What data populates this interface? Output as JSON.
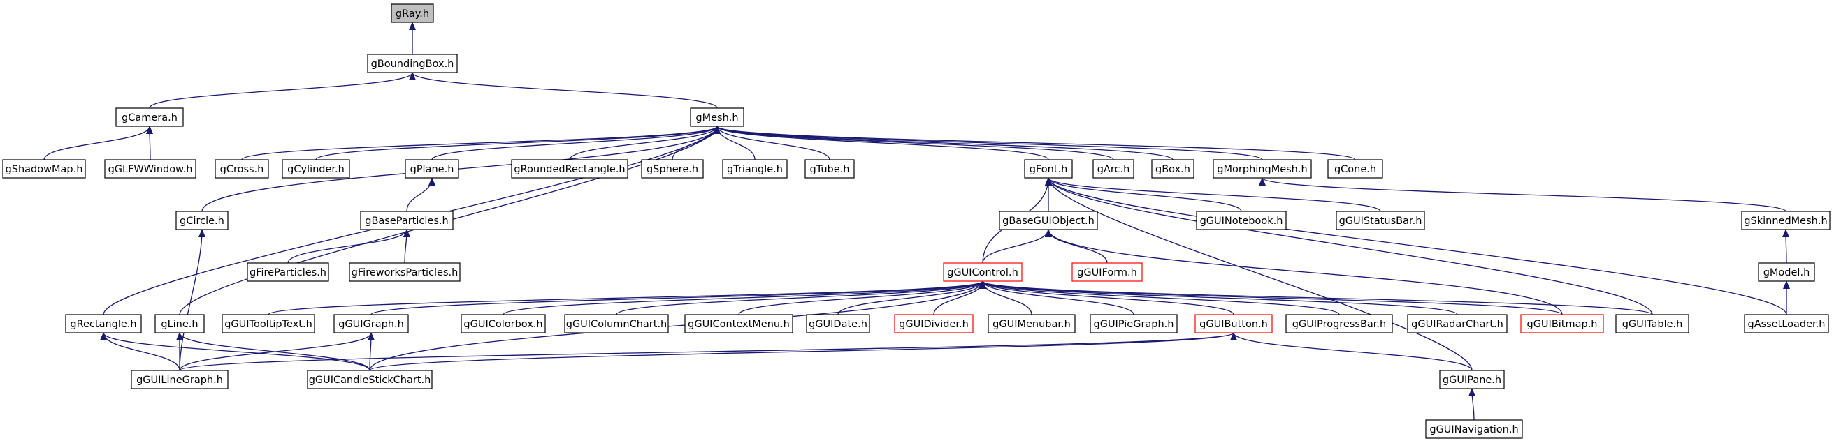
{
  "nodes": [
    {
      "id": "gRay",
      "label": "gRay.h",
      "style": "highlight"
    },
    {
      "id": "gBoundingBox",
      "label": "gBoundingBox.h",
      "style": "normal"
    },
    {
      "id": "gCamera",
      "label": "gCamera.h",
      "style": "normal"
    },
    {
      "id": "gMesh",
      "label": "gMesh.h",
      "style": "normal"
    },
    {
      "id": "gShadowMap",
      "label": "gShadowMap.h",
      "style": "normal"
    },
    {
      "id": "gGLFWWindow",
      "label": "gGLFWWindow.h",
      "style": "normal"
    },
    {
      "id": "gCross",
      "label": "gCross.h",
      "style": "normal"
    },
    {
      "id": "gCylinder",
      "label": "gCylinder.h",
      "style": "normal"
    },
    {
      "id": "gPlane",
      "label": "gPlane.h",
      "style": "normal"
    },
    {
      "id": "gRoundedRectangle",
      "label": "gRoundedRectangle.h",
      "style": "normal"
    },
    {
      "id": "gSphere",
      "label": "gSphere.h",
      "style": "normal"
    },
    {
      "id": "gTriangle",
      "label": "gTriangle.h",
      "style": "normal"
    },
    {
      "id": "gTube",
      "label": "gTube.h",
      "style": "normal"
    },
    {
      "id": "gFont",
      "label": "gFont.h",
      "style": "normal"
    },
    {
      "id": "gArc",
      "label": "gArc.h",
      "style": "normal"
    },
    {
      "id": "gBox",
      "label": "gBox.h",
      "style": "normal"
    },
    {
      "id": "gMorphingMesh",
      "label": "gMorphingMesh.h",
      "style": "normal"
    },
    {
      "id": "gCone",
      "label": "gCone.h",
      "style": "normal"
    },
    {
      "id": "gCircle",
      "label": "gCircle.h",
      "style": "normal"
    },
    {
      "id": "gBaseParticles",
      "label": "gBaseParticles.h",
      "style": "normal"
    },
    {
      "id": "gBaseGUIObject",
      "label": "gBaseGUIObject.h",
      "style": "normal"
    },
    {
      "id": "gGUINotebook",
      "label": "gGUINotebook.h",
      "style": "normal"
    },
    {
      "id": "gGUIStatusBar",
      "label": "gGUIStatusBar.h",
      "style": "normal"
    },
    {
      "id": "gSkinnedMesh",
      "label": "gSkinnedMesh.h",
      "style": "normal"
    },
    {
      "id": "gFireParticles",
      "label": "gFireParticles.h",
      "style": "normal"
    },
    {
      "id": "gFireworksParticles",
      "label": "gFireworksParticles.h",
      "style": "normal"
    },
    {
      "id": "gGUIControl",
      "label": "gGUIControl.h",
      "style": "red"
    },
    {
      "id": "gGUIForm",
      "label": "gGUIForm.h",
      "style": "red"
    },
    {
      "id": "gModel",
      "label": "gModel.h",
      "style": "normal"
    },
    {
      "id": "gRectangle",
      "label": "gRectangle.h",
      "style": "normal"
    },
    {
      "id": "gLine",
      "label": "gLine.h",
      "style": "normal"
    },
    {
      "id": "gGUITooltipText",
      "label": "gGUITooltipText.h",
      "style": "normal"
    },
    {
      "id": "gGUIGraph",
      "label": "gGUIGraph.h",
      "style": "normal"
    },
    {
      "id": "gGUIColorbox",
      "label": "gGUIColorbox.h",
      "style": "normal"
    },
    {
      "id": "gGUIColumnChart",
      "label": "gGUIColumnChart.h",
      "style": "normal"
    },
    {
      "id": "gGUIContextMenu",
      "label": "gGUIContextMenu.h",
      "style": "normal"
    },
    {
      "id": "gGUIDate",
      "label": "gGUIDate.h",
      "style": "normal"
    },
    {
      "id": "gGUIDivider",
      "label": "gGUIDivider.h",
      "style": "red"
    },
    {
      "id": "gGUIMenubar",
      "label": "gGUIMenubar.h",
      "style": "normal"
    },
    {
      "id": "gGUIPieGraph",
      "label": "gGUIPieGraph.h",
      "style": "normal"
    },
    {
      "id": "gGUIButton",
      "label": "gGUIButton.h",
      "style": "red"
    },
    {
      "id": "gGUIProgressBar",
      "label": "gGUIProgressBar.h",
      "style": "normal"
    },
    {
      "id": "gGUIRadarChart",
      "label": "gGUIRadarChart.h",
      "style": "normal"
    },
    {
      "id": "gGUIBitmap",
      "label": "gGUIBitmap.h",
      "style": "red"
    },
    {
      "id": "gGUITable",
      "label": "gGUITable.h",
      "style": "normal"
    },
    {
      "id": "gAssetLoader",
      "label": "gAssetLoader.h",
      "style": "normal"
    },
    {
      "id": "gGUILineGraph",
      "label": "gGUILineGraph.h",
      "style": "normal"
    },
    {
      "id": "gGUICandleStickChart",
      "label": "gGUICandleStickChart.h",
      "style": "normal"
    },
    {
      "id": "gGUIPane",
      "label": "gGUIPane.h",
      "style": "normal"
    },
    {
      "id": "gGUINavigation",
      "label": "gGUINavigation.h",
      "style": "normal"
    }
  ],
  "edges": [
    [
      "gBoundingBox",
      "gRay"
    ],
    [
      "gCamera",
      "gBoundingBox"
    ],
    [
      "gMesh",
      "gBoundingBox"
    ],
    [
      "gShadowMap",
      "gCamera"
    ],
    [
      "gGLFWWindow",
      "gCamera"
    ],
    [
      "gCross",
      "gMesh"
    ],
    [
      "gCylinder",
      "gMesh"
    ],
    [
      "gPlane",
      "gMesh"
    ],
    [
      "gRoundedRectangle",
      "gMesh"
    ],
    [
      "gSphere",
      "gMesh"
    ],
    [
      "gTriangle",
      "gMesh"
    ],
    [
      "gTube",
      "gMesh"
    ],
    [
      "gFont",
      "gMesh"
    ],
    [
      "gArc",
      "gMesh"
    ],
    [
      "gBox",
      "gMesh"
    ],
    [
      "gMorphingMesh",
      "gMesh"
    ],
    [
      "gCone",
      "gMesh"
    ],
    [
      "gCircle",
      "gMesh"
    ],
    [
      "gRectangle",
      "gMesh"
    ],
    [
      "gLine",
      "gMesh"
    ],
    [
      "gBaseParticles",
      "gPlane"
    ],
    [
      "gFireParticles",
      "gBaseParticles"
    ],
    [
      "gFireworksParticles",
      "gBaseParticles"
    ],
    [
      "gBaseGUIObject",
      "gFont"
    ],
    [
      "gGUINotebook",
      "gFont"
    ],
    [
      "gGUIStatusBar",
      "gFont"
    ],
    [
      "gGUIControl",
      "gFont"
    ],
    [
      "gGUITable",
      "gFont"
    ],
    [
      "gAssetLoader",
      "gFont"
    ],
    [
      "gGUIPane",
      "gFont"
    ],
    [
      "gSkinnedMesh",
      "gMorphingMesh"
    ],
    [
      "gModel",
      "gSkinnedMesh"
    ],
    [
      "gAssetLoader",
      "gModel"
    ],
    [
      "gGUIControl",
      "gBaseGUIObject"
    ],
    [
      "gGUIForm",
      "gBaseGUIObject"
    ],
    [
      "gGUIBitmap",
      "gBaseGUIObject"
    ],
    [
      "gGUITooltipText",
      "gGUIControl"
    ],
    [
      "gGUIGraph",
      "gGUIControl"
    ],
    [
      "gGUIColorbox",
      "gGUIControl"
    ],
    [
      "gGUIColumnChart",
      "gGUIControl"
    ],
    [
      "gGUIContextMenu",
      "gGUIControl"
    ],
    [
      "gGUIDate",
      "gGUIControl"
    ],
    [
      "gGUIDivider",
      "gGUIControl"
    ],
    [
      "gGUIMenubar",
      "gGUIControl"
    ],
    [
      "gGUIPieGraph",
      "gGUIControl"
    ],
    [
      "gGUIButton",
      "gGUIControl"
    ],
    [
      "gGUIProgressBar",
      "gGUIControl"
    ],
    [
      "gGUIRadarChart",
      "gGUIControl"
    ],
    [
      "gGUIBitmap",
      "gGUIControl"
    ],
    [
      "gGUITable",
      "gGUIControl"
    ],
    [
      "gGUICandleStickChart",
      "gGUIControl"
    ],
    [
      "gGUILineGraph",
      "gCircle"
    ],
    [
      "gGUILineGraph",
      "gRectangle"
    ],
    [
      "gGUICandleStickChart",
      "gRectangle"
    ],
    [
      "gGUILineGraph",
      "gLine"
    ],
    [
      "gGUICandleStickChart",
      "gLine"
    ],
    [
      "gGUILineGraph",
      "gGUIGraph"
    ],
    [
      "gGUICandleStickChart",
      "gGUIGraph"
    ],
    [
      "gGUILineGraph",
      "gGUIButton"
    ],
    [
      "gGUICandleStickChart",
      "gGUIButton"
    ],
    [
      "gGUIPane",
      "gGUIButton"
    ],
    [
      "gGUINavigation",
      "gGUIPane"
    ]
  ],
  "colors": {
    "edge": "#191970",
    "highlight_fill": "#bfbfbf",
    "red_border": "#ff0000"
  }
}
